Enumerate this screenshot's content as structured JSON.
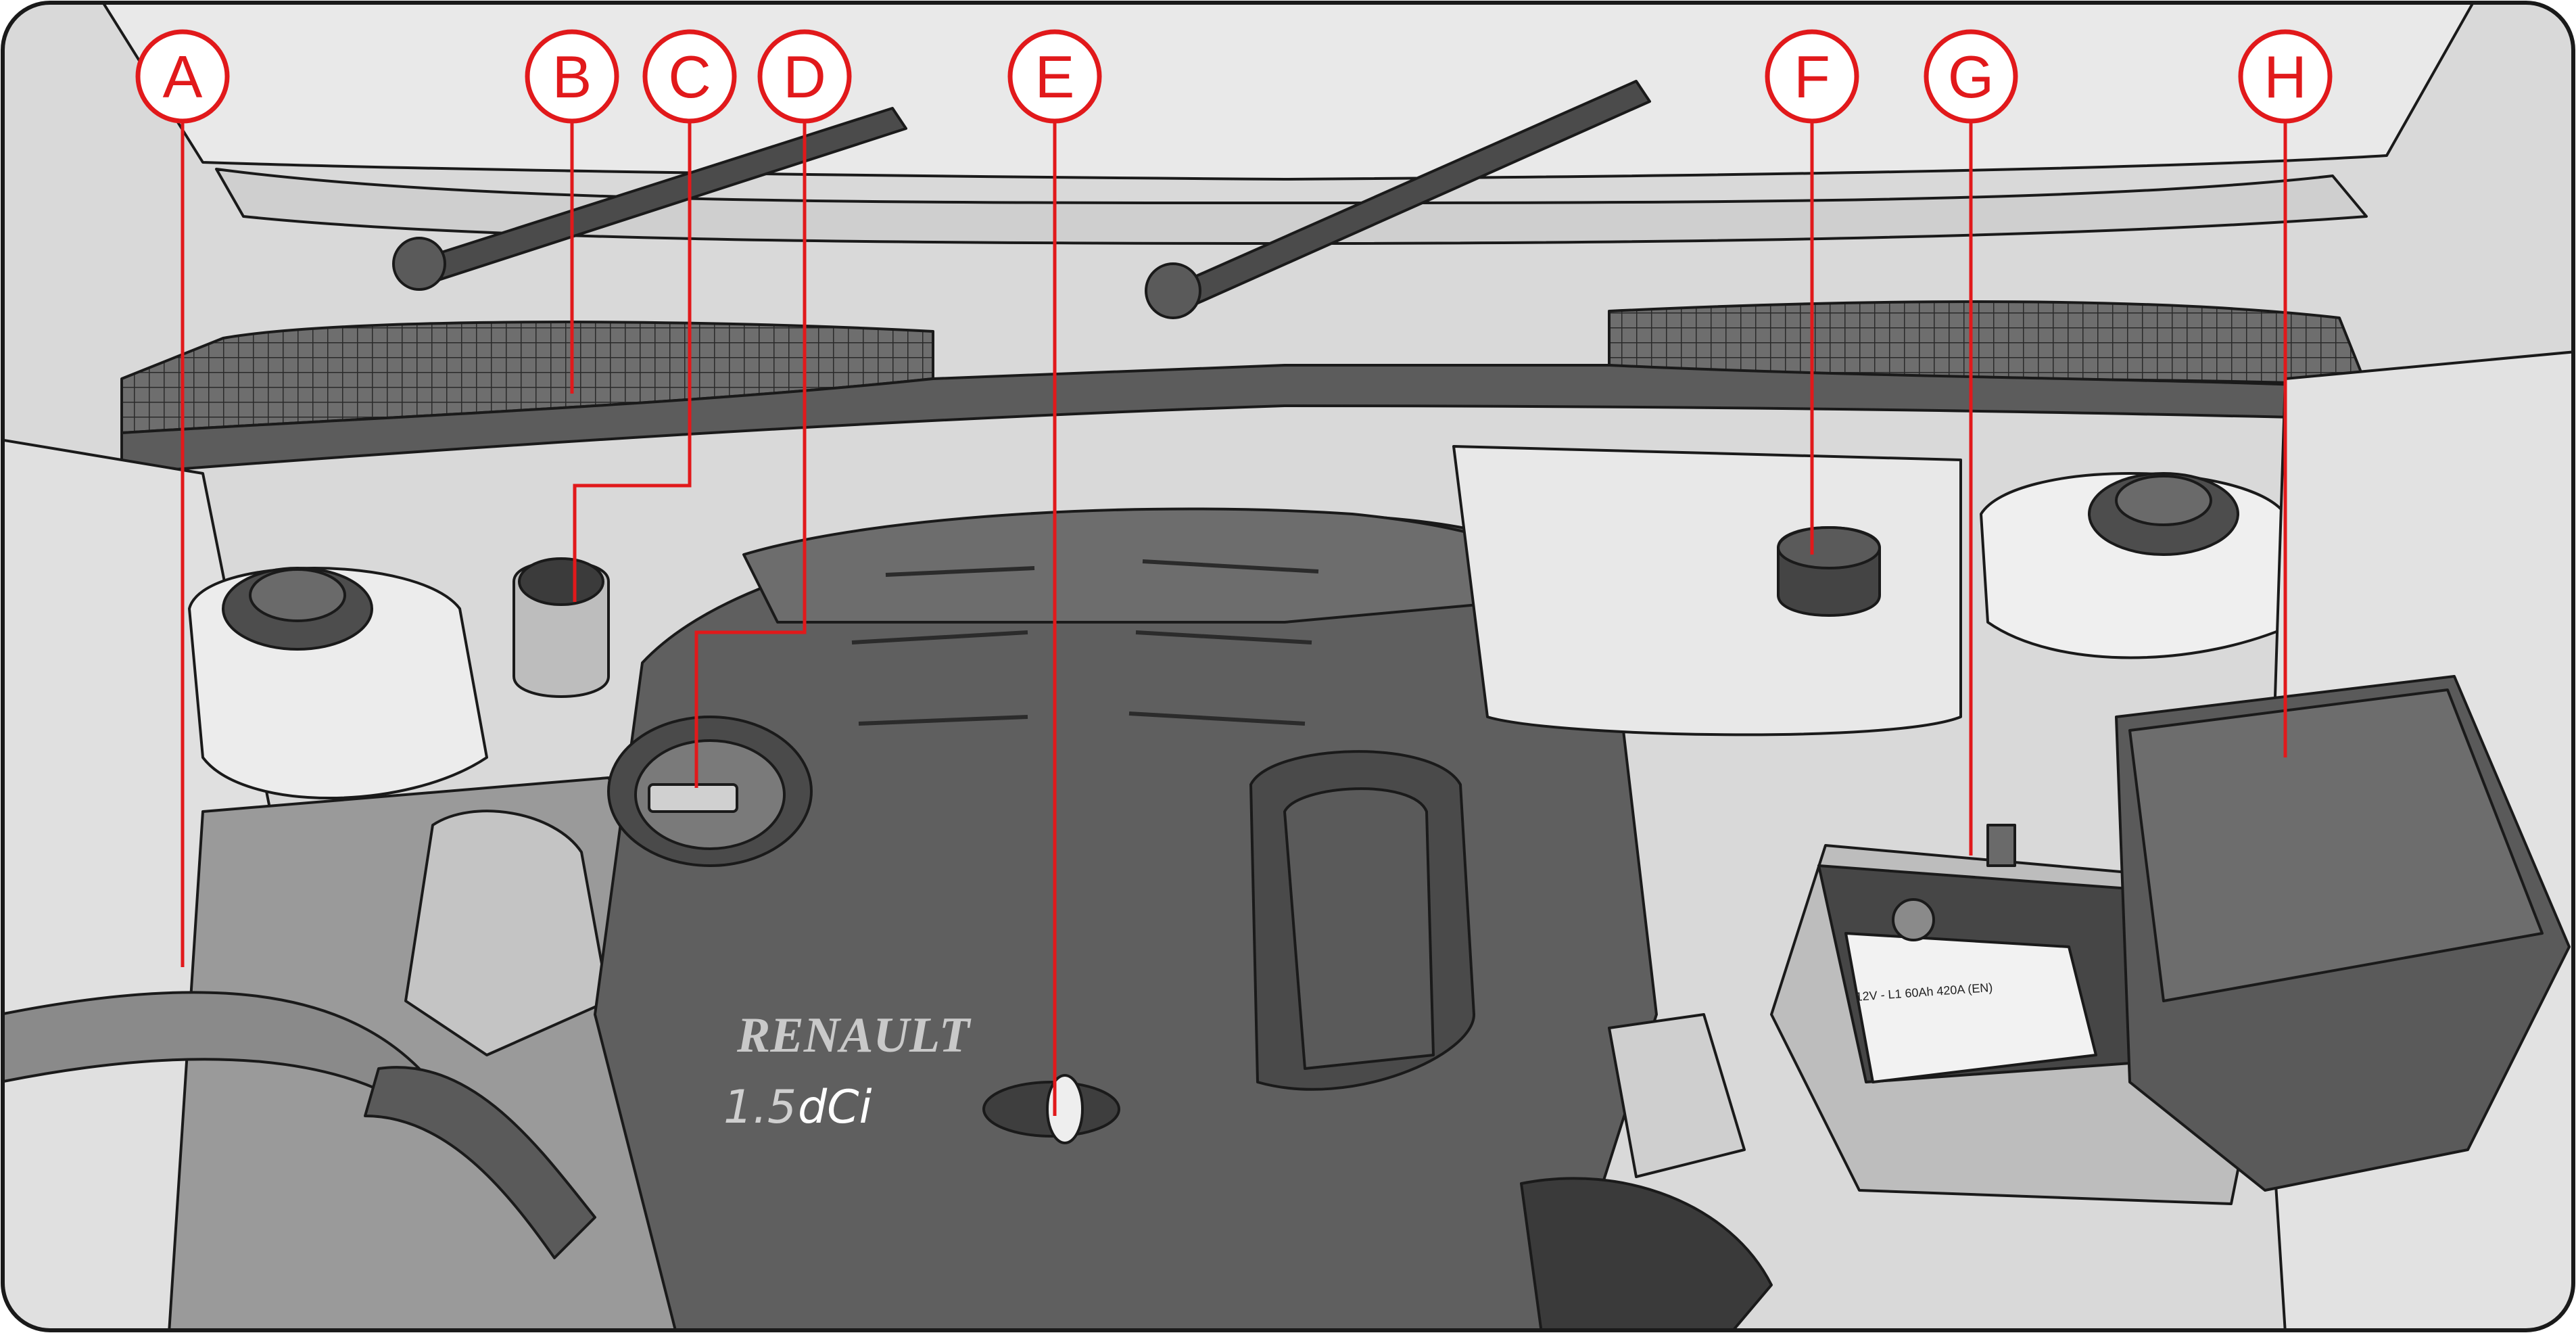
{
  "figure": {
    "brand_badge": "RENAULT",
    "engine_badge_size": "1.5",
    "engine_badge_type": "dCi",
    "battery_label": "12V - L1 60Ah 420A (EN)"
  },
  "callouts": [
    {
      "id": "A",
      "label": "A"
    },
    {
      "id": "B",
      "label": "B"
    },
    {
      "id": "C",
      "label": "C"
    },
    {
      "id": "D",
      "label": "D"
    },
    {
      "id": "E",
      "label": "E"
    },
    {
      "id": "F",
      "label": "F"
    },
    {
      "id": "G",
      "label": "G"
    },
    {
      "id": "H",
      "label": "H"
    }
  ],
  "colors": {
    "callout_red": "#e1191b",
    "outline": "#1a1a1a",
    "body_light": "#e6e6e6",
    "engine_cover": "#5f5f5f",
    "engine_dark": "#3e3e3e",
    "mid_grey": "#8c8c8c",
    "battery_top": "#4a4a4a"
  }
}
